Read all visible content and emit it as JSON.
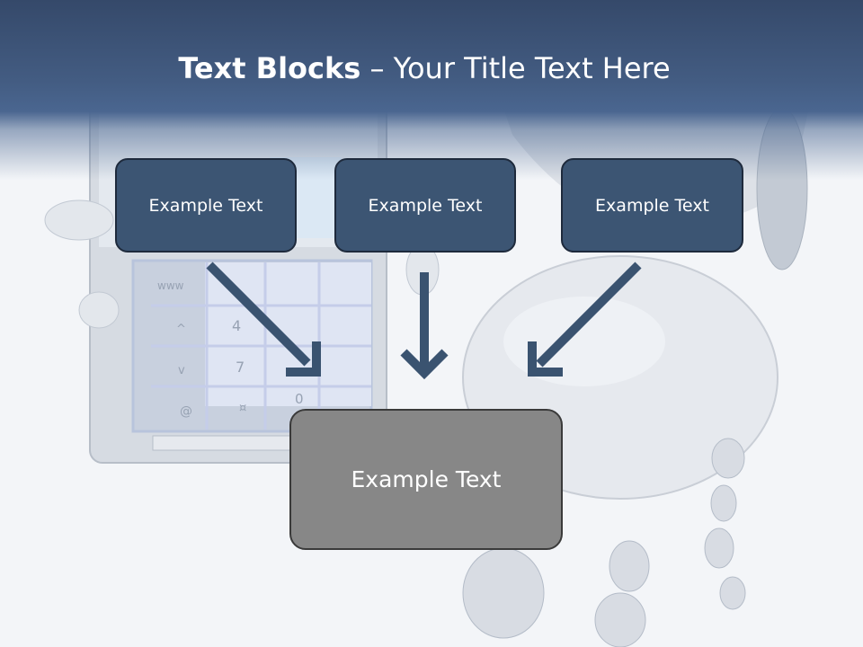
{
  "title": {
    "bold": "Text Blocks",
    "dash": " – ",
    "rest": "Your Title Text Here"
  },
  "blocks": [
    {
      "label": "Example Text"
    },
    {
      "label": "Example Text"
    },
    {
      "label": "Example Text"
    }
  ],
  "result": {
    "label": "Example Text"
  },
  "keypad": {
    "keys": [
      "www",
      "^",
      "4",
      "v",
      "7",
      "@",
      "¤",
      "0"
    ]
  },
  "colors": {
    "header": "#435c82",
    "block_fill": "#3c5573",
    "result_fill": "#878787",
    "arrow": "#3a5370"
  }
}
